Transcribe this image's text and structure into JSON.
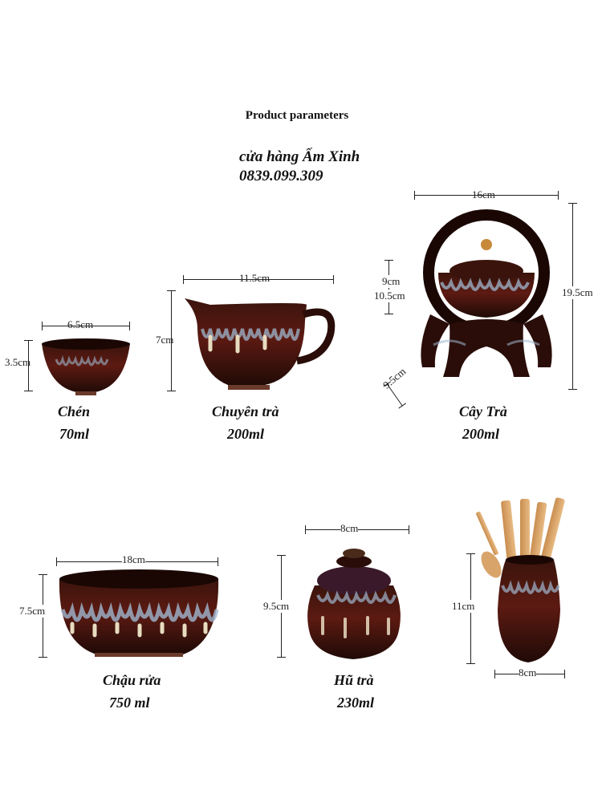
{
  "heading": "Product parameters",
  "shop": {
    "name": "cửa hàng Ấm Xinh",
    "phone": "0839.099.309"
  },
  "products": [
    {
      "name": "Chén",
      "volume": "70ml",
      "width": "6.5cm",
      "height": "3.5cm"
    },
    {
      "name": "Chuyên trà",
      "volume": "200ml",
      "width": "11.5cm",
      "height": "7cm"
    },
    {
      "name": "Cây Trà",
      "volume": "200ml",
      "width": "16cm",
      "height": "19.5cm",
      "pot_height_a": "9cm",
      "pot_height_b": "10.5cm",
      "base": "9.5cm"
    },
    {
      "name": "Chậu rửa",
      "volume": "750 ml",
      "width": "18cm",
      "height": "7.5cm"
    },
    {
      "name": "Hũ trà",
      "volume": "230ml",
      "width": "8cm",
      "height": "9.5cm"
    },
    {
      "name": "",
      "volume": "",
      "width": "8cm",
      "height": "11cm"
    }
  ],
  "colors": {
    "glaze_dark": "#2a0d08",
    "glaze_red": "#6b1a12",
    "drip_blue": "#9fb7cf",
    "drip_cream": "#e8dcc0",
    "bamboo": "#d9a46a"
  }
}
